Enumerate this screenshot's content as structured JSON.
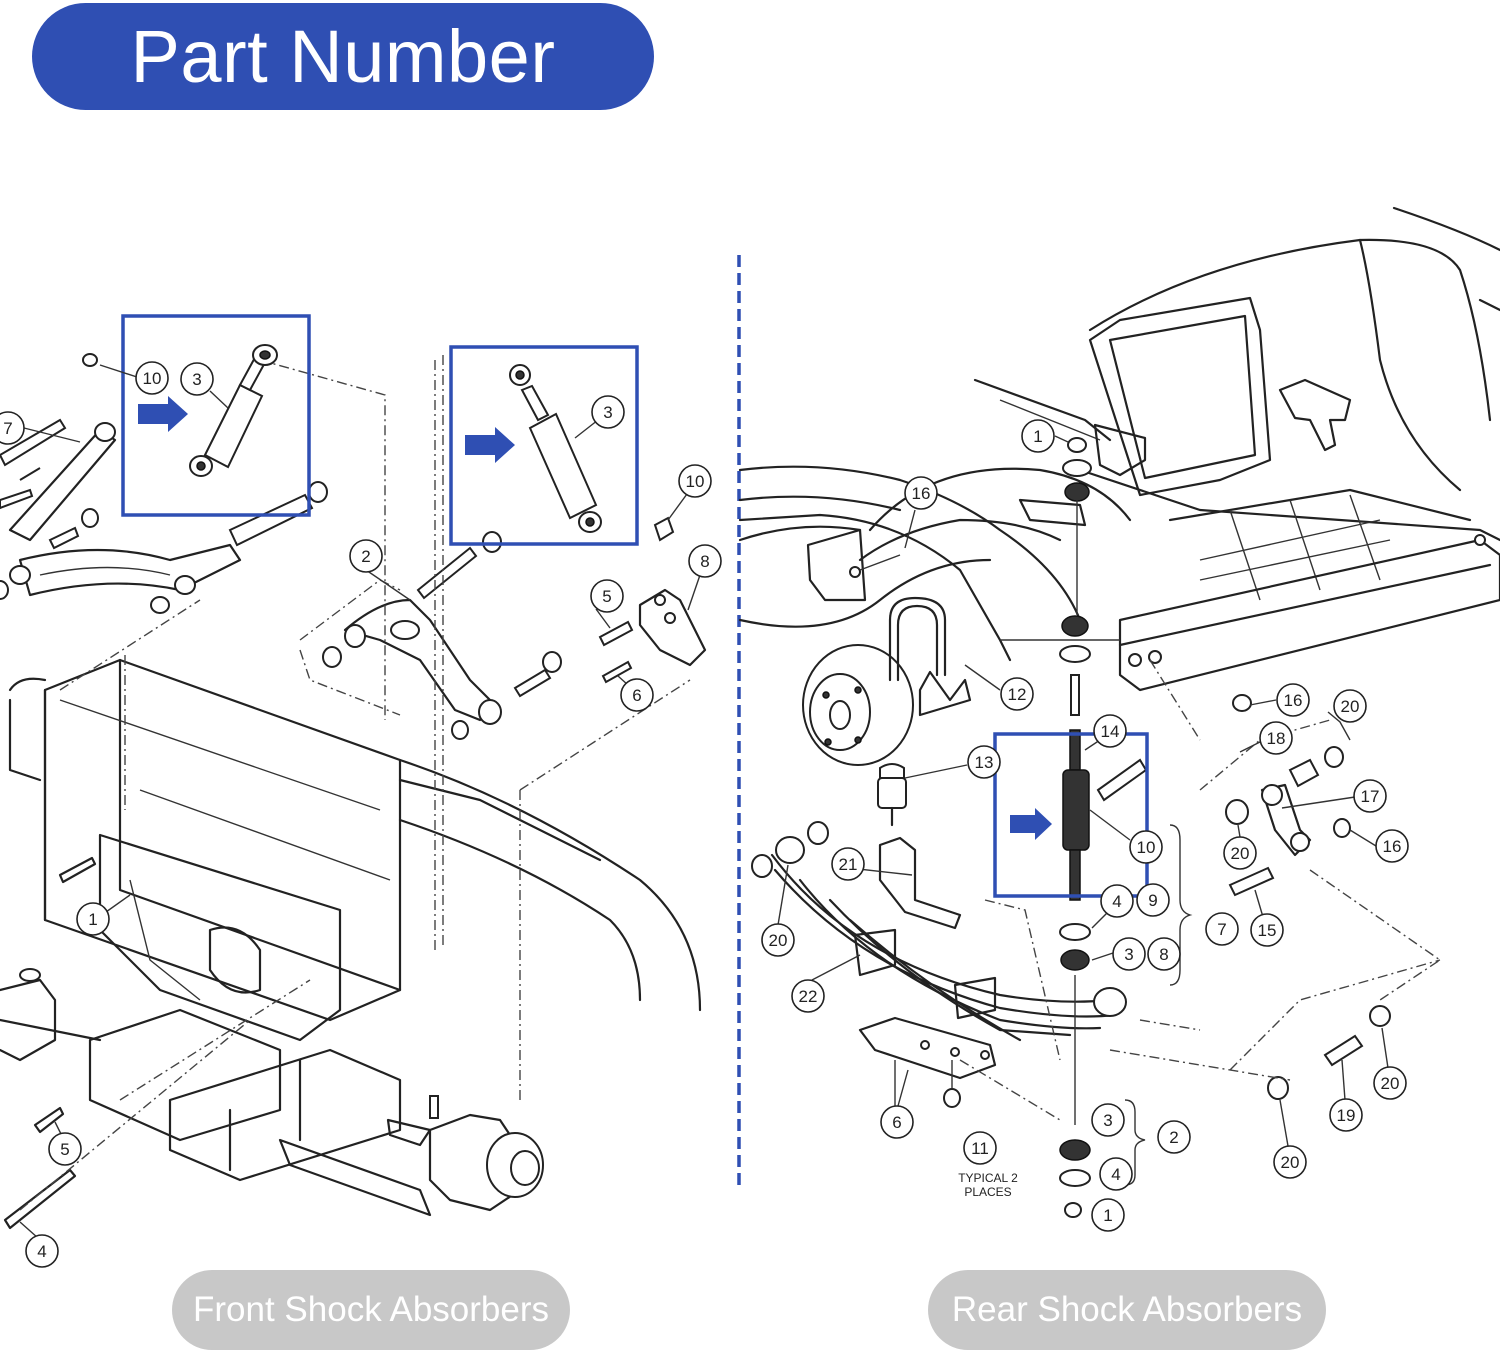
{
  "header": {
    "title": "Part Number"
  },
  "panels": {
    "front": {
      "caption": "Front Shock Absorbers"
    },
    "rear": {
      "caption": "Rear Shock Absorbers"
    }
  },
  "colors": {
    "accent_blue": "#2f4fb3",
    "caption_gray": "#c8c8c8",
    "line": "#222222"
  },
  "front_callouts": [
    "10",
    "3",
    "7",
    "3",
    "10",
    "8",
    "2",
    "5",
    "6",
    "1",
    "5",
    "4"
  ],
  "rear_callouts": [
    "1",
    "16",
    "16",
    "12",
    "14",
    "13",
    "10",
    "9",
    "4",
    "3",
    "8",
    "7",
    "15",
    "16",
    "17",
    "18",
    "20",
    "20",
    "21",
    "20",
    "22",
    "6",
    "11",
    "3",
    "2",
    "4",
    "1",
    "20",
    "19",
    "20"
  ],
  "rear_note": {
    "line1": "TYPICAL 2",
    "line2": "PLACES"
  },
  "icons": [
    "arrow-right-icon",
    "arrow-right-icon",
    "arrow-right-icon"
  ]
}
